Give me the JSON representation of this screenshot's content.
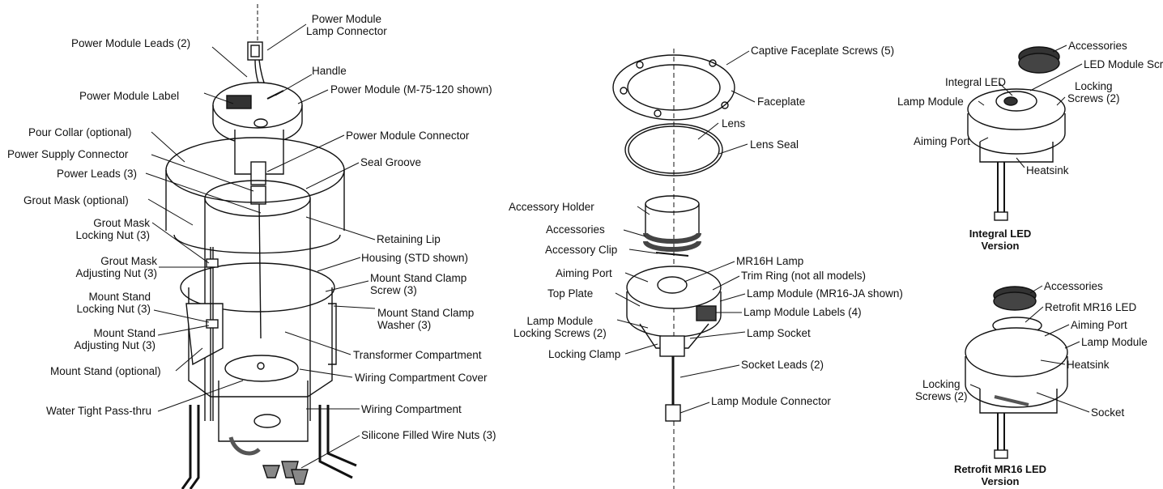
{
  "housing_labels": {
    "pm_lamp_connector": "Power Module\nLamp Connector",
    "pm_leads": "Power Module Leads (2)",
    "handle": "Handle",
    "pm_label": "Power Module Label",
    "power_module": "Power Module (M-75-120 shown)",
    "pour_collar": "Pour Collar (optional)",
    "pm_connector": "Power Module Connector",
    "ps_connector": "Power Supply Connector",
    "power_leads": "Power Leads (3)",
    "seal_groove": "Seal Groove",
    "grout_mask": "Grout Mask (optional)",
    "grout_locking_nut": "Grout Mask\nLocking Nut (3)",
    "retaining_lip": "Retaining Lip",
    "grout_adjusting_nut": "Grout Mask\nAdjusting Nut (3)",
    "housing": "Housing (STD shown)",
    "ms_locking_nut": "Mount Stand\nLocking Nut (3)",
    "ms_clamp_screw": "Mount Stand Clamp\nScrew (3)",
    "ms_adjusting_nut": "Mount Stand\nAdjusting Nut (3)",
    "ms_clamp_washer": "Mount Stand Clamp\nWasher (3)",
    "transformer": "Transformer Compartment",
    "mount_stand": "Mount Stand (optional)",
    "wiring_cover": "Wiring Compartment Cover",
    "pass_thru": "Water Tight Pass-thru",
    "wiring_compartment": "Wiring Compartment",
    "wire_nuts": "Silicone Filled Wire Nuts (3)"
  },
  "lamp_labels": {
    "faceplate_screws": "Captive Faceplate Screws (5)",
    "faceplate": "Faceplate",
    "lens": "Lens",
    "lens_seal": "Lens Seal",
    "accessory_holder": "Accessory Holder",
    "accessories": "Accessories",
    "accessory_clip": "Accessory Clip",
    "mr16h_lamp": "MR16H Lamp",
    "aiming_port": "Aiming Port",
    "trim_ring": "Trim Ring (not all models)",
    "top_plate": "Top Plate",
    "lamp_module": "Lamp Module (MR16-JA shown)",
    "lm_locking_screws": "Lamp Module\nLocking Screws (2)",
    "lm_labels": "Lamp Module Labels (4)",
    "lamp_socket": "Lamp Socket",
    "locking_clamp": "Locking Clamp",
    "socket_leads": "Socket Leads (2)",
    "lm_connector": "Lamp Module Connector"
  },
  "integral_labels": {
    "accessories": "Accessories",
    "led_module_screws": "LED Module Screws",
    "integral_led": "Integral LED",
    "lamp_module": "Lamp Module",
    "locking_screws": "Locking\nScrews (2)",
    "aiming_port": "Aiming Port",
    "heatsink": "Heatsink",
    "caption": "Integral LED\nVersion"
  },
  "retrofit_labels": {
    "accessories": "Accessories",
    "retrofit_led": "Retrofit MR16 LED",
    "aiming_port": "Aiming Port",
    "lamp_module": "Lamp Module",
    "heatsink": "Heatsink",
    "locking_screws": "Locking\nScrews (2)",
    "socket": "Socket",
    "caption": "Retrofit MR16 LED\nVersion"
  }
}
